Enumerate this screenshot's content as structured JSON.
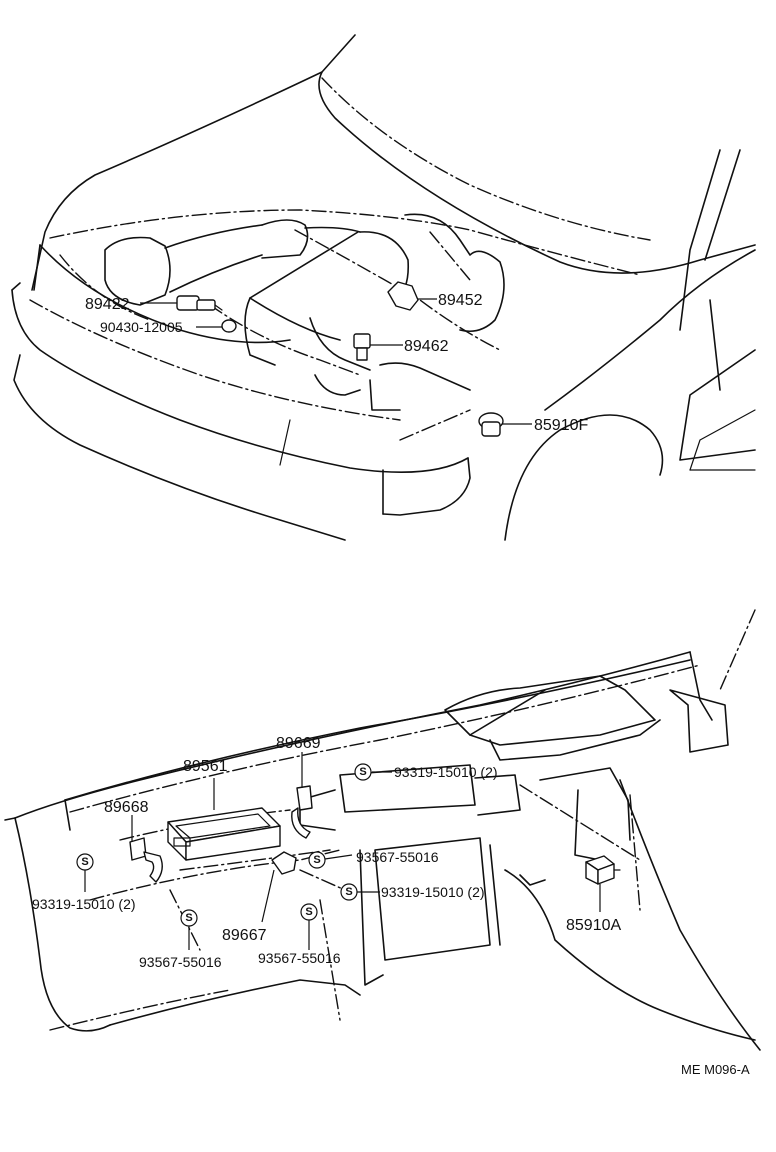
{
  "upper": {
    "labels": {
      "p89422": "89422",
      "p90430": "90430-12005",
      "p89452": "89452",
      "p89462": "89462",
      "p85910f": "85910F"
    }
  },
  "lower": {
    "labels": {
      "p89561": "89561",
      "p89669": "89669",
      "p89668": "89668",
      "p89667": "89667",
      "p85910a": "85910A",
      "screw_a": "93319-15010 (2)",
      "screw_b": "93567-55016",
      "screw_c": "93319-15010 (2)",
      "screw_d": "93319-15010 (2)",
      "screw_e": "93567-55016",
      "screw_f": "93567-55016"
    },
    "marker_symbol": "S"
  },
  "drawing_code": "ME M096-A"
}
